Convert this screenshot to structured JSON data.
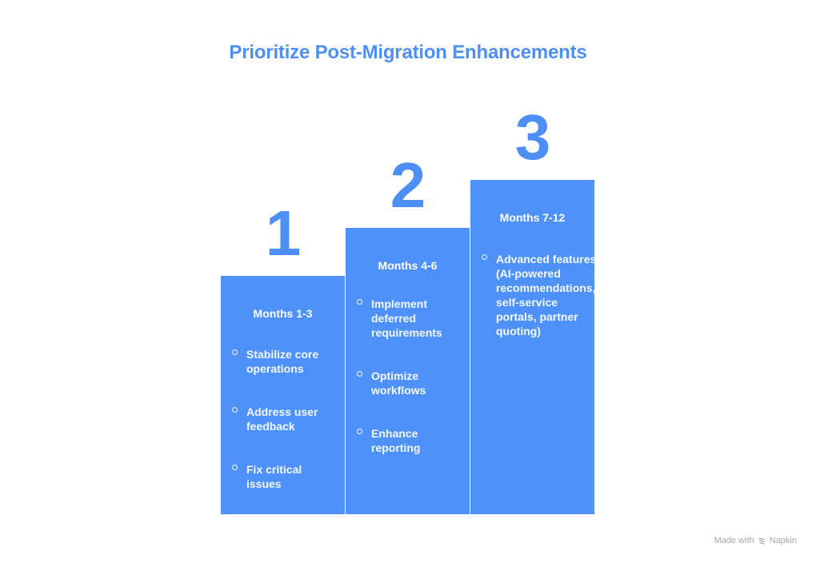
{
  "title": "Prioritize Post-Migration Enhancements",
  "phases": [
    {
      "number": "1",
      "period": "Months 1-3",
      "items": [
        "Stabilize core operations",
        "Address user feedback",
        "Fix critical issues"
      ]
    },
    {
      "number": "2",
      "period": "Months 4-6",
      "items": [
        "Implement deferred requirements",
        "Optimize workflows",
        "Enhance reporting"
      ]
    },
    {
      "number": "3",
      "period": "Months 7-12",
      "items": [
        "Advanced features (AI-powered recommendations, self-service portals, partner quoting)"
      ]
    }
  ],
  "footer": {
    "made_with": "Made with",
    "brand": "Napkin"
  },
  "colors": {
    "accent": "#4d8ff7",
    "box": "#4f91fb"
  }
}
